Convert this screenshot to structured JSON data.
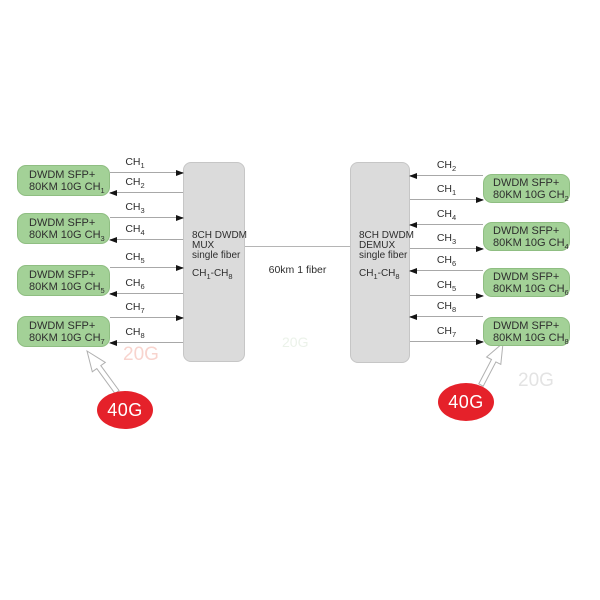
{
  "colors": {
    "module_green": "#a3d197",
    "box_gray": "#dbdbdb",
    "badge_red": "#e5212a",
    "line_gray": "#a8a8a8",
    "arrowhead_black": "#141414",
    "text": "#2e2e2e"
  },
  "mux": {
    "line1": "8CH DWDM",
    "line2": "MUX",
    "line3": "single fiber",
    "ch_prefix": "CH",
    "ch_from_sub": "1",
    "ch_mid": "-CH",
    "ch_to_sub": "8"
  },
  "demux": {
    "line1": "8CH DWDM",
    "line2": "DEMUX",
    "line3": "single fiber",
    "ch_prefix": "CH",
    "ch_from_sub": "1",
    "ch_mid": "-CH",
    "ch_to_sub": "8"
  },
  "trunk": {
    "label": "60km 1 fiber"
  },
  "left_modules": [
    {
      "line1": "DWDM SFP+",
      "line2": "80KM 10G CH",
      "sub": "1"
    },
    {
      "line1": "DWDM SFP+",
      "line2": "80KM 10G CH",
      "sub": "3"
    },
    {
      "line1": "DWDM SFP+",
      "line2": "80KM 10G CH",
      "sub": "5"
    },
    {
      "line1": "DWDM SFP+",
      "line2": "80KM 10G CH",
      "sub": "7"
    }
  ],
  "right_modules": [
    {
      "line1": "DWDM SFP+",
      "line2": "80KM 10G CH",
      "sub": "2"
    },
    {
      "line1": "DWDM SFP+",
      "line2": "80KM 10G CH",
      "sub": "4"
    },
    {
      "line1": "DWDM SFP+",
      "line2": "80KM 10G CH",
      "sub": "6"
    },
    {
      "line1": "DWDM SFP+",
      "line2": "80KM 10G CH",
      "sub": "8"
    }
  ],
  "left_links": [
    {
      "ch": "CH",
      "sub": "1",
      "dir": "right"
    },
    {
      "ch": "CH",
      "sub": "2",
      "dir": "left"
    },
    {
      "ch": "CH",
      "sub": "3",
      "dir": "right"
    },
    {
      "ch": "CH",
      "sub": "4",
      "dir": "left"
    },
    {
      "ch": "CH",
      "sub": "5",
      "dir": "right"
    },
    {
      "ch": "CH",
      "sub": "6",
      "dir": "left"
    },
    {
      "ch": "CH",
      "sub": "7",
      "dir": "right"
    },
    {
      "ch": "CH",
      "sub": "8",
      "dir": "left"
    }
  ],
  "right_links": [
    {
      "ch": "CH",
      "sub": "2",
      "dir": "left"
    },
    {
      "ch": "CH",
      "sub": "1",
      "dir": "right"
    },
    {
      "ch": "CH",
      "sub": "4",
      "dir": "left"
    },
    {
      "ch": "CH",
      "sub": "3",
      "dir": "right"
    },
    {
      "ch": "CH",
      "sub": "6",
      "dir": "left"
    },
    {
      "ch": "CH",
      "sub": "5",
      "dir": "right"
    },
    {
      "ch": "CH",
      "sub": "8",
      "dir": "left"
    },
    {
      "ch": "CH",
      "sub": "7",
      "dir": "right"
    }
  ],
  "badges": {
    "left": "40G",
    "right": "40G"
  },
  "watermarks": [
    "20G",
    "20G",
    "20G"
  ]
}
